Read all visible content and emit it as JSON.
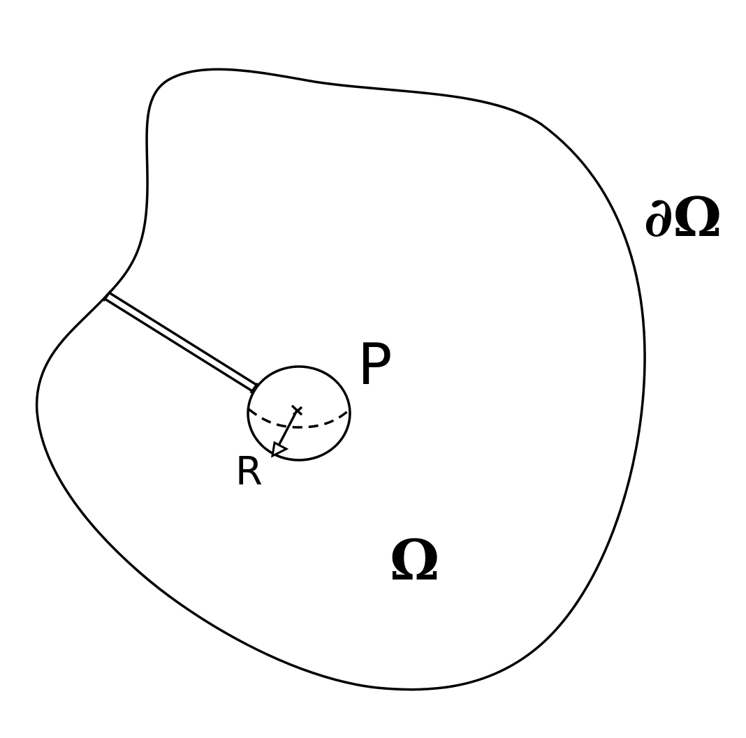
{
  "diagram": {
    "type": "domain-with-cut-and-ball",
    "colors": {
      "stroke": "#000000",
      "background": "#ffffff"
    },
    "labels": {
      "boundary": "∂Ω",
      "domain": "Ω",
      "point": "P",
      "radius": "R"
    },
    "elements": [
      {
        "name": "boundary-curve",
        "description": "Closed smooth boundary of region Ω"
      },
      {
        "name": "cut-channel",
        "description": "Double-line slit from boundary to small sphere"
      },
      {
        "name": "ball",
        "description": "Small sphere around point P with dashed equator"
      },
      {
        "name": "radius-arrow",
        "description": "Arrow from center of ball to its surface, labeled R"
      }
    ]
  }
}
